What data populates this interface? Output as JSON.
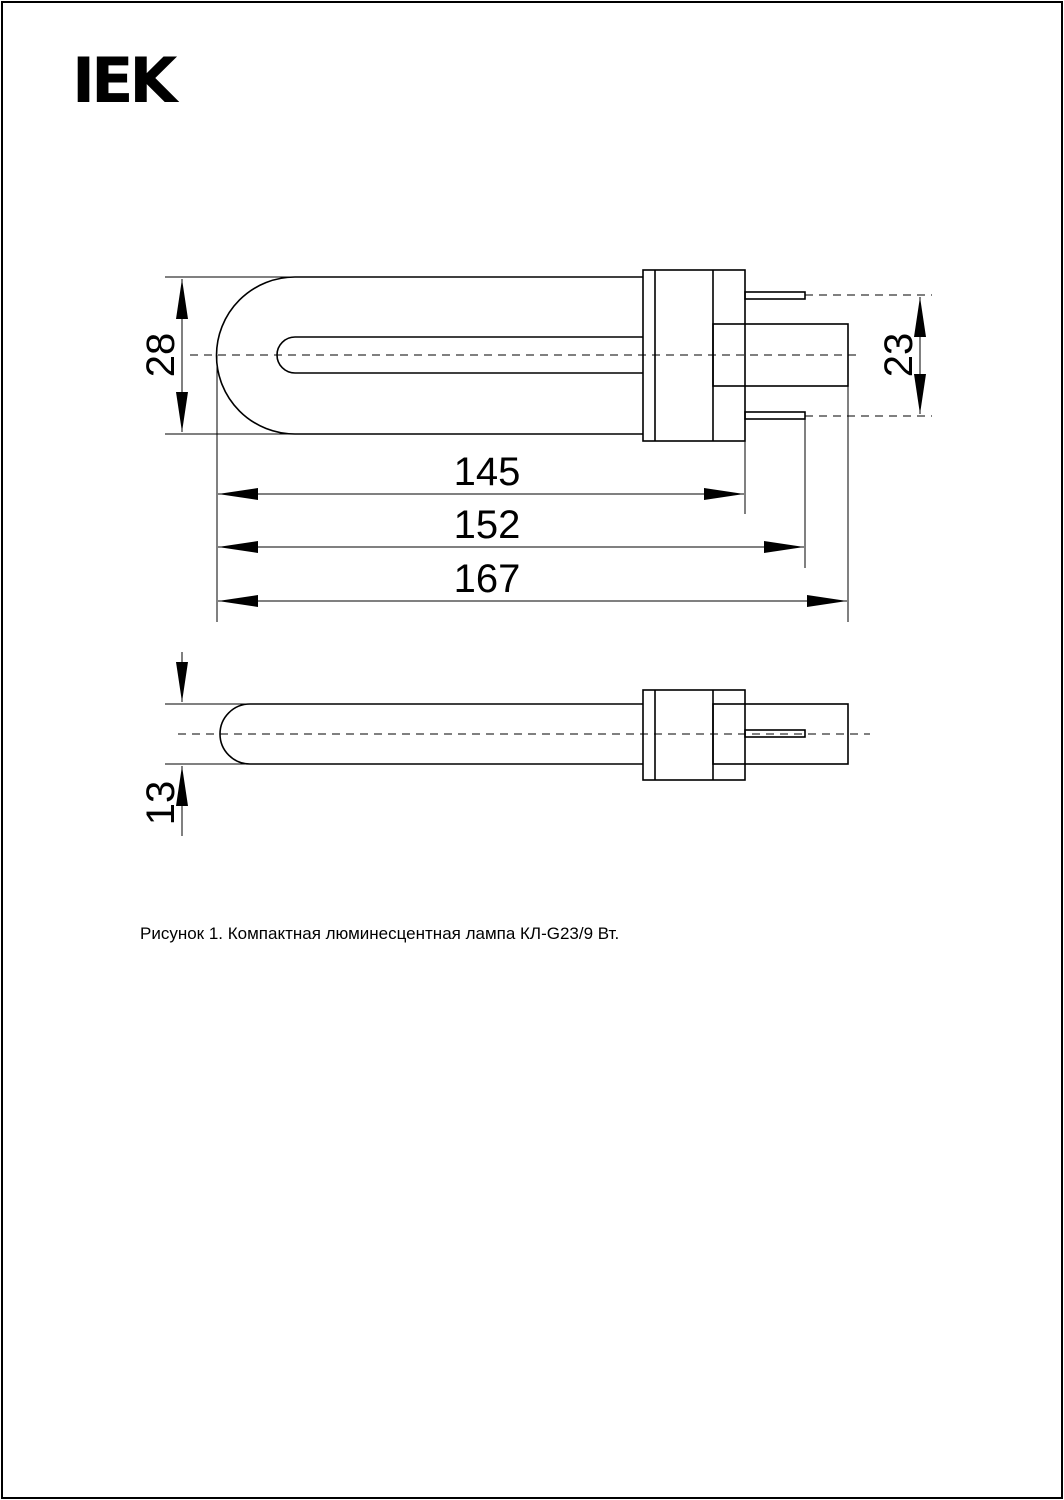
{
  "brand": {
    "logo_text": "IEK"
  },
  "dimensions": {
    "height_u": "28",
    "pin_spacing": "23",
    "length_145": "145",
    "length_152": "152",
    "length_167": "167",
    "thickness": "13"
  },
  "caption": "Рисунок 1. Компактная люминесцентная лампа КЛ-G23/9 Вт.",
  "colors": {
    "line": "#000000",
    "background": "#ffffff"
  }
}
